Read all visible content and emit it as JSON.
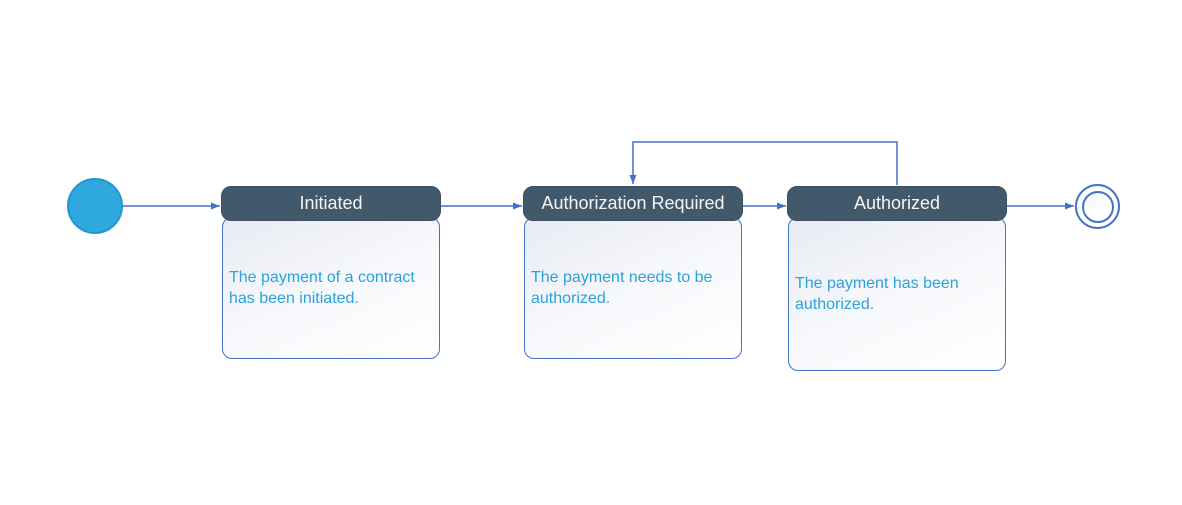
{
  "diagram": {
    "type": "state-machine",
    "subject": "payment-state-flow",
    "start_node": {
      "name": "initial-state"
    },
    "end_node": {
      "name": "final-state"
    },
    "states": [
      {
        "title": "Initiated",
        "description": "The payment of a contract has been initiated."
      },
      {
        "title": "Authorization Required",
        "description": "The payment needs to be authorized."
      },
      {
        "title": "Authorized",
        "description": "The payment has been authorized."
      }
    ],
    "transitions": [
      {
        "from": "initial-state",
        "to": "Initiated"
      },
      {
        "from": "Initiated",
        "to": "Authorization Required"
      },
      {
        "from": "Authorization Required",
        "to": "Authorized"
      },
      {
        "from": "Authorized",
        "to": "Authorization Required"
      },
      {
        "from": "Authorized",
        "to": "final-state"
      }
    ],
    "colors": {
      "state_header_fill": "#41596B",
      "state_border": "#4472C4",
      "arrow": "#4472C4",
      "state_header_text": "#F5F5F5",
      "state_body_text": "#2BA2DB",
      "state_body_gradient_start": "#E9EBF4",
      "state_body_gradient_end": "#FFFFFF",
      "start_node_fill": "#2FA8E0",
      "start_node_border": "#2496CE"
    }
  }
}
